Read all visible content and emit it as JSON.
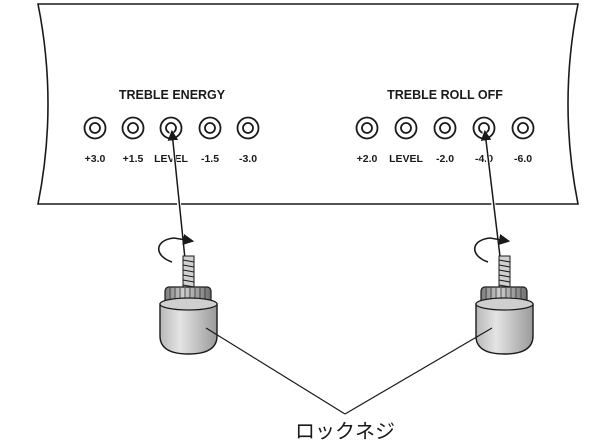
{
  "groups": [
    {
      "title": "TREBLE ENERGY",
      "positions": [
        "+3.0",
        "+1.5",
        "LEVEL",
        "-1.5",
        "-3.0"
      ],
      "selected_index": 2
    },
    {
      "title": "TREBLE ROLL OFF",
      "positions": [
        "+2.0",
        "LEVEL",
        "-2.0",
        "-4.0",
        "-6.0"
      ],
      "selected_index": 3
    }
  ],
  "callout_label": "ロックネジ",
  "icons": [
    "panel-outline",
    "socket-icon",
    "insert-arrow",
    "rotation-arrow-icon",
    "lock-screw-icon"
  ]
}
